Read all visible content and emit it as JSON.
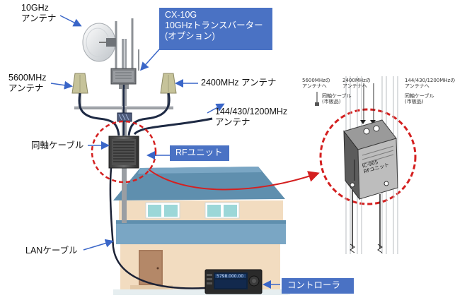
{
  "labels": {
    "antenna_10ghz": [
      "10GHz",
      "アンテナ"
    ],
    "antenna_5600": [
      "5600MHz",
      "アンテナ"
    ],
    "antenna_2400": "2400MHz アンテナ",
    "antenna_vuhf": [
      "144/430/1200MHz",
      "アンテナ"
    ],
    "coax": "同軸ケーブル",
    "lan": "LANケーブル"
  },
  "boxes": {
    "transverter": [
      "CX-10G",
      "10GHzトランスバーター",
      "(オプション)"
    ],
    "rf_unit": "RFユニット",
    "controller": "コントローラー"
  },
  "detail": {
    "ant_5600": [
      "5600MHzの",
      "アンテナへ"
    ],
    "ant_2400": [
      "2400MHzの",
      "アンテナへ"
    ],
    "ant_vuhf": [
      "144/430/1200MHzの",
      "アンテナへ"
    ],
    "coax_left": [
      "同軸ケーブル",
      "(市販品)"
    ],
    "coax_right": [
      "同軸ケーブル",
      "(市販品)"
    ],
    "unit_model": [
      "IC-905",
      "RFユニット"
    ]
  },
  "controller_screen": {
    "frequency": "5798.000.00"
  },
  "colors": {
    "box_blue": "#4a72c4",
    "highlight_red": "#d42020",
    "arrow_blue": "#3a66c8",
    "roof": "#5f8fae",
    "wall": "#f2dcc0",
    "door": "#a77b5c",
    "cable": "#1e2a44"
  },
  "icons": [
    "dish-antenna",
    "panel-antenna",
    "rf-unit",
    "transceiver",
    "house"
  ]
}
